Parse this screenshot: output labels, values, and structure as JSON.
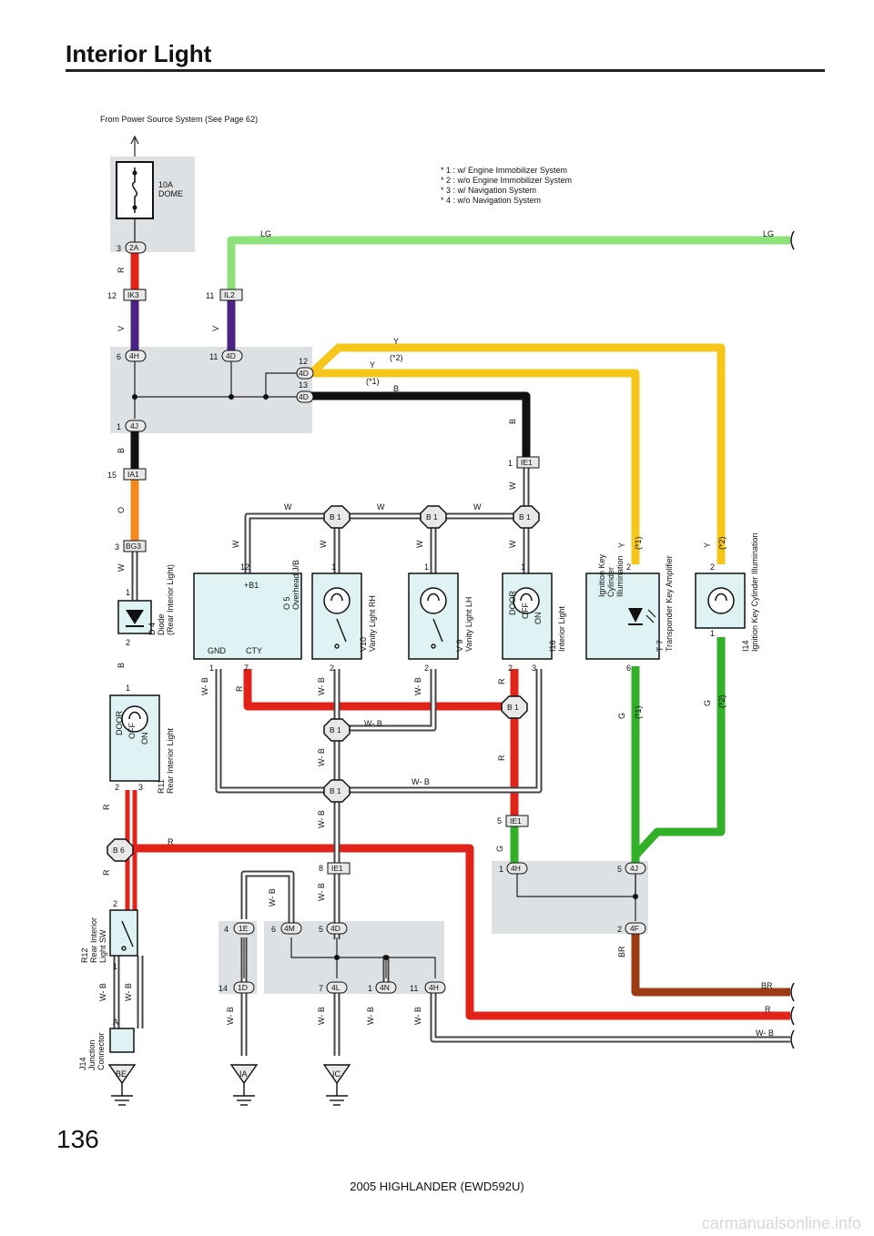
{
  "page": {
    "title": "Interior Light",
    "page_number": "136",
    "footer": "2005 HIGHLANDER (EWD592U)",
    "watermark": "carmanualsonline.info"
  },
  "colors": {
    "R": "#e2231a",
    "V": "#4b2384",
    "LG": "#8ee07a",
    "Y": "#f7c61b",
    "B": "#111111",
    "O": "#f5871f",
    "G": "#33b02a",
    "BR": "#9b3b12",
    "W": "#ffffff",
    "shade": "#dde1e4",
    "component": "#dff3f5"
  },
  "diagram": {
    "source_note": "From Power Source System (See Page 62)",
    "notes": [
      "* 1 : w/ Engine Immobilizer System",
      "* 2 : w/o Engine Immobilizer System",
      "* 3 : w/ Navigation System",
      "* 4 : w/o Navigation System"
    ],
    "fuse": {
      "rating": "10A",
      "name": "DOME"
    },
    "components": {
      "j_b": {
        "code": "O 5",
        "name": "Overhead J/B",
        "pin_b1": "+B1",
        "pin_gnd": "GND",
        "pin_cty": "CTY"
      },
      "v10": {
        "code": "V10",
        "name": "Vanity Light RH"
      },
      "v9": {
        "code": "V 9",
        "name": "Vanity Light LH"
      },
      "i16": {
        "code": "I16",
        "name": "Interior Light",
        "sw1": "DOOR",
        "sw2": "OFF",
        "sw3": "ON"
      },
      "t7": {
        "code": "T 7",
        "name": "Transponder Key Amplifier",
        "inner": [
          "Ignition Key",
          "Cylinder",
          "Illumination"
        ]
      },
      "i14": {
        "code": "I14",
        "name": "Ignition Key Cylinder Illumination"
      },
      "d4": {
        "code": "D 4",
        "name": "Diode",
        "sub": "(Rear Interior Light)"
      },
      "r11": {
        "code": "R11",
        "name": "Rear Interior Light",
        "sw1": "DOOR",
        "sw2": "OFF",
        "sw3": "ON"
      },
      "r12": {
        "code": "R12",
        "name": "Rear Interior",
        "sub": "Light SW"
      },
      "j14": {
        "code": "J14",
        "name": "Junction",
        "sub": "Connector"
      }
    },
    "connectors": {
      "c2A": "2A",
      "cIK3": "IK3",
      "cIL2": "IL2",
      "c4H": "4H",
      "c4D": "4D",
      "c4J": "4J",
      "cIA1": "IA1",
      "cBG3": "BG3",
      "cIE1": "IE1",
      "cB1": "B 1",
      "cB6": "B 6",
      "c1E": "1E",
      "c4M": "4M",
      "c1D": "1D",
      "c4L": "4L",
      "c4N": "4N",
      "c4F": "4F"
    },
    "pins": {
      "p1": "1",
      "p2": "2",
      "p3": "3",
      "p4": "4",
      "p5": "5",
      "p6": "6",
      "p7": "7",
      "p8": "8",
      "p11": "11",
      "p12": "12",
      "p13": "13",
      "p14": "14",
      "p15": "15",
      "pA": "A"
    },
    "wires": {
      "R": "R",
      "V": "V",
      "LG": "LG",
      "Y": "Y",
      "B": "B",
      "O": "O",
      "W": "W",
      "WB": "W- B",
      "G": "G",
      "BR": "BR"
    },
    "notes_short": {
      "n1": "(*1)",
      "n2": "(*2)"
    },
    "grounds": {
      "BE": "BE",
      "IA": "IA",
      "IC": "IC"
    }
  }
}
